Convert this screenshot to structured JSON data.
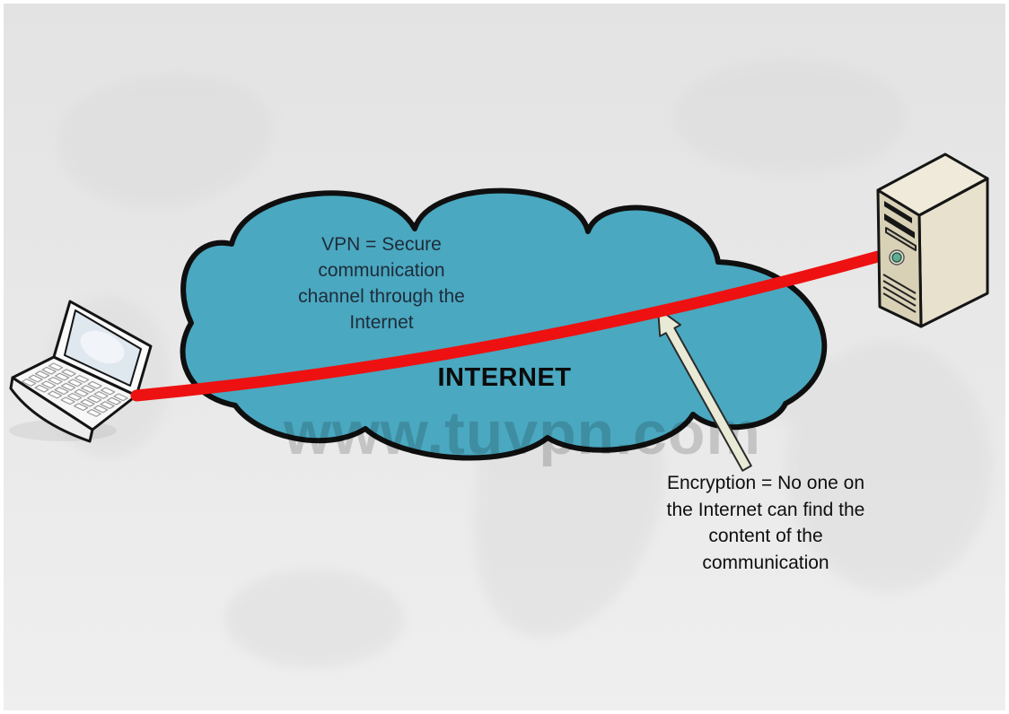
{
  "diagram": {
    "internet_label": "INTERNET",
    "vpn_note": "VPN = Secure\ncommunication\nchannel through the\nInternet",
    "encryption_note": "Encryption = No one on\nthe Internet can find the\ncontent of the\ncommunication",
    "watermark": "www.tuvpn.com",
    "colors": {
      "cloud_fill": "#4AA8C0",
      "outline": "#0F0F0F",
      "vpn_tunnel_red": "#EE1111",
      "arrow_fill": "#E9EAD6",
      "vpn_note_text": "#1E2C3A",
      "encryption_note_text": "#0F0F0F",
      "server_front": "#D8D1B6",
      "server_side": "#E7E1CD",
      "server_top": "#EFEAD9",
      "power_led_green": "#5FAE92",
      "background_gray": "#E9E9E9"
    },
    "icons": [
      "laptop-icon",
      "server-icon",
      "internet-cloud",
      "encryption-arrow-icon"
    ]
  }
}
